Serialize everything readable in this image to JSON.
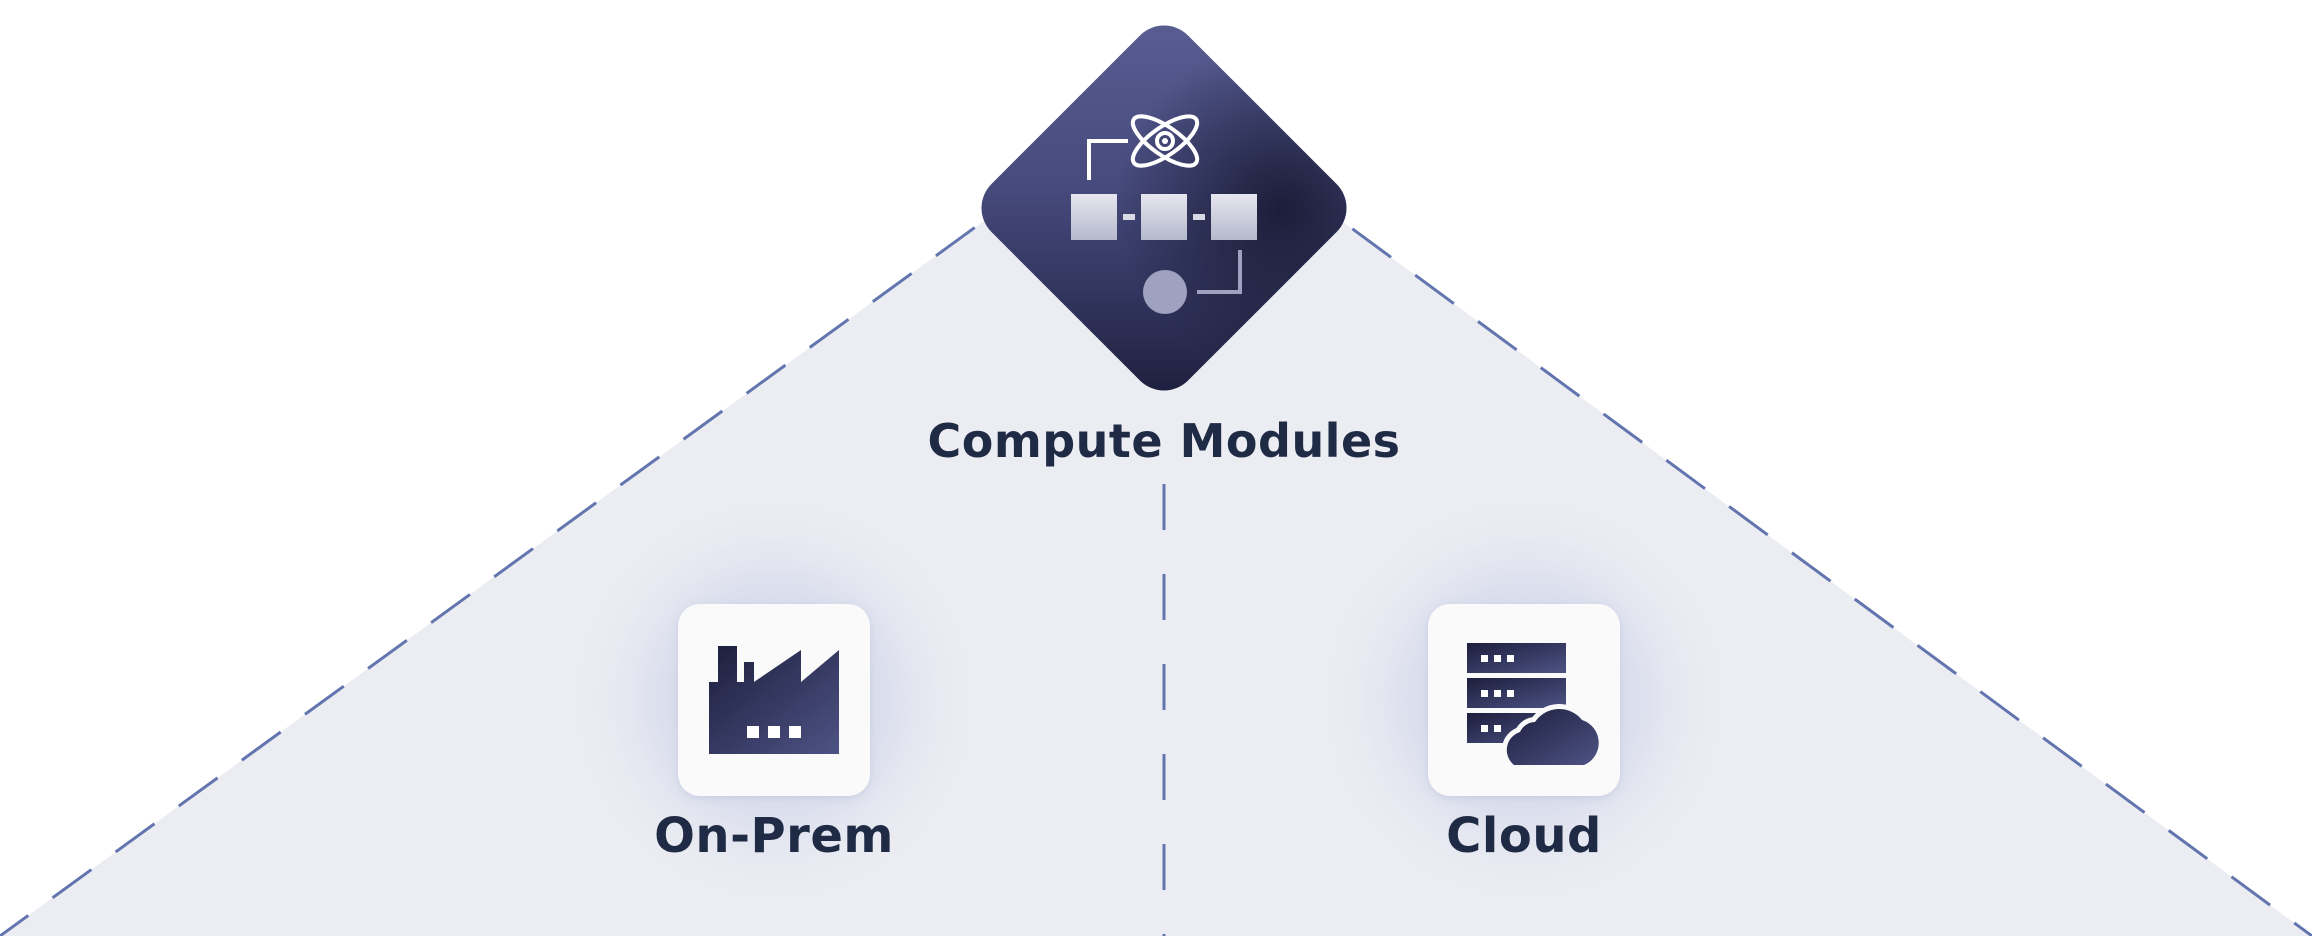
{
  "diagram": {
    "hub": {
      "label": "Compute Modules",
      "icon": "compute-modules-icon",
      "color_dark": "#1d1e3d",
      "color_light": "#4d5384"
    },
    "deployments": [
      {
        "label": "On-Prem",
        "icon": "factory-icon"
      },
      {
        "label": "Cloud",
        "icon": "server-cloud-icon"
      }
    ],
    "colors": {
      "region_fill": "#ecedf3",
      "dash_stroke": "#6375ae",
      "label_text": "#1f2a45",
      "card_fill": "#fafafa",
      "glow": "#c2c9e4"
    }
  }
}
